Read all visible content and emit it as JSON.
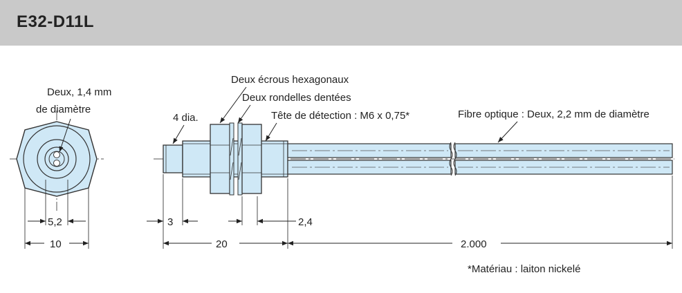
{
  "header": {
    "title": "E32-D11L"
  },
  "colors": {
    "part_fill": "#cfe8f6",
    "outline": "#333333",
    "header_bg": "#c9c9c9"
  },
  "front_view": {
    "label_line1": "Deux, 1,4 mm",
    "label_line2": "de diamètre",
    "dim_inner": "5,2",
    "dim_outer": "10"
  },
  "side_view": {
    "label_nuts": "Deux écrous hexagonaux",
    "label_washers": "Deux rondelles dentées",
    "label_head": "Tête de détection : M6 x 0,75*",
    "label_tip": "4 dia.",
    "label_fiber": "Fibre optique : Deux, 2,2 mm de diamètre",
    "dim_tip": "3",
    "dim_head": "20",
    "dim_thread": "2,4",
    "dim_fiber": "2.000"
  },
  "note": "*Matériau : laiton nickelé"
}
